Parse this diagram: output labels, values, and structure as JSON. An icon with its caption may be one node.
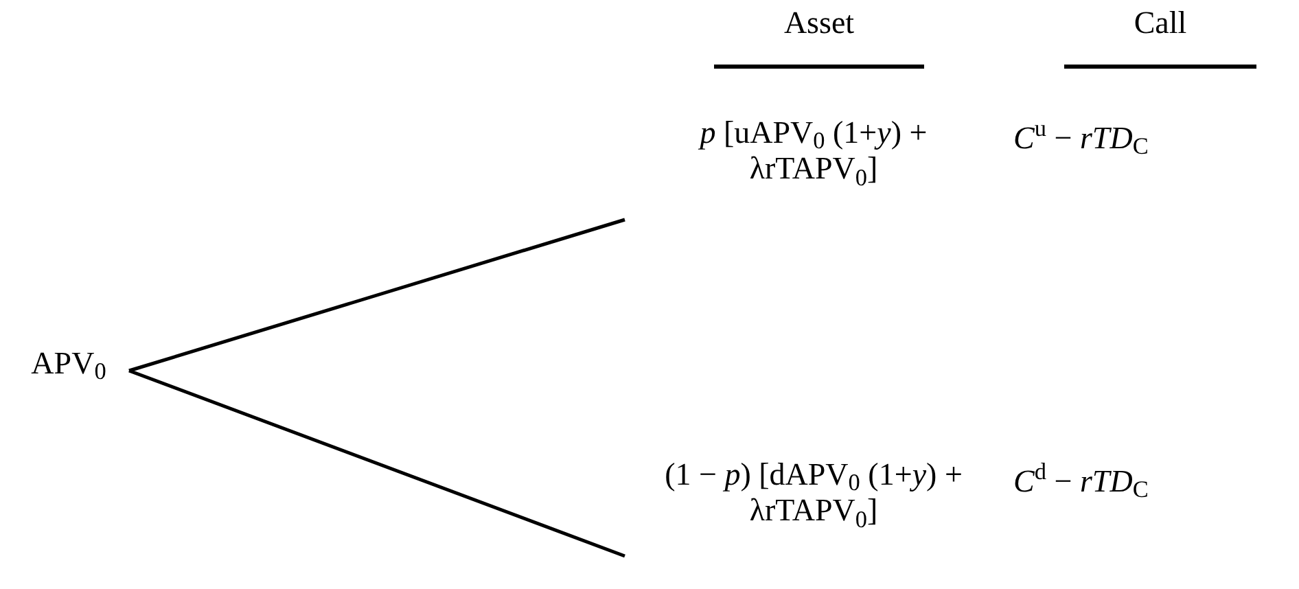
{
  "diagram": {
    "nodes": [
      {
        "text": [
          "APV$_{0}$"
        ]
      },
      {
        "text": [
          "*p* [uAPV$_{0}$ (1+*y*) + λrTAPV$_{0}$]"
        ],
        "beside": [
          "*C*$^{u}$ − *rTD*$_{C}$"
        ]
      },
      {
        "text": [
          "(1 − *p*) [dAPV$_{0}$ (1+*y*) + λrTAPV$_{0}$]"
        ],
        "beside": [
          "*C*$^{d}$ − *rTD*$_{C}$"
        ]
      }
    ],
    "edges": [
      {
        "from": 0,
        "to": 1,
        "arrow": "none"
      },
      {
        "from": 0,
        "to": 2,
        "arrow": "none"
      }
    ],
    "labels": [
      "Asset",
      "Call"
    ]
  }
}
